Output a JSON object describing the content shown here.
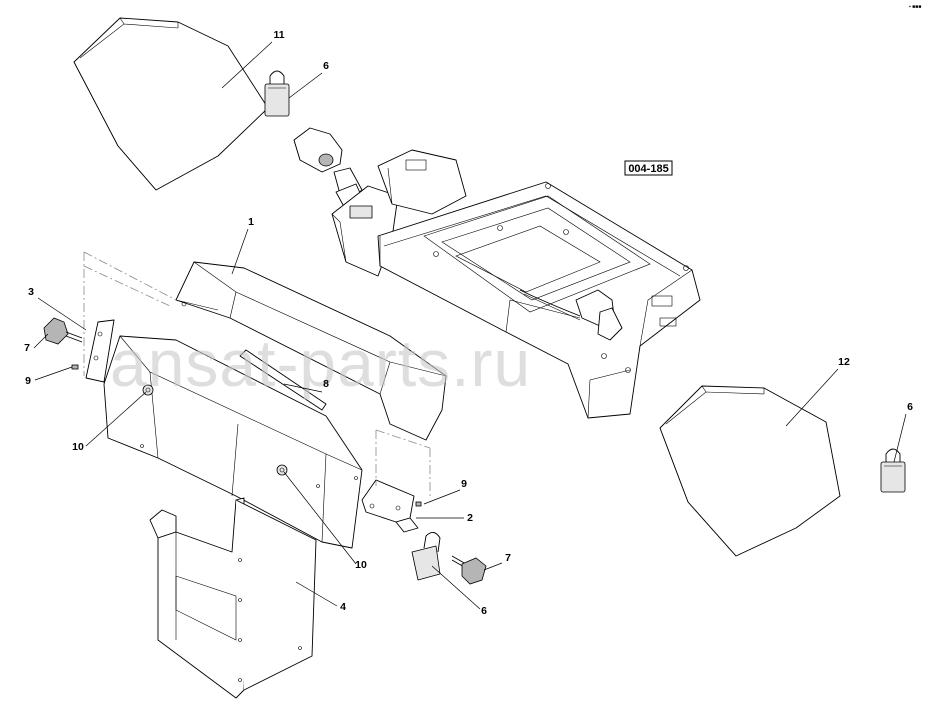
{
  "diagram": {
    "reference_label": "004-185",
    "watermark": "ansat-parts.ru",
    "corner_mark": "▪ ■■■",
    "callouts": [
      "11",
      "6",
      "1",
      "3",
      "7",
      "9",
      "8",
      "10",
      "12",
      "6",
      "9",
      "2",
      "10",
      "7",
      "6",
      "4"
    ]
  },
  "colors": {
    "line": "#000000",
    "shade": "#e6e6e6",
    "watermark": "#c9c9c9"
  }
}
